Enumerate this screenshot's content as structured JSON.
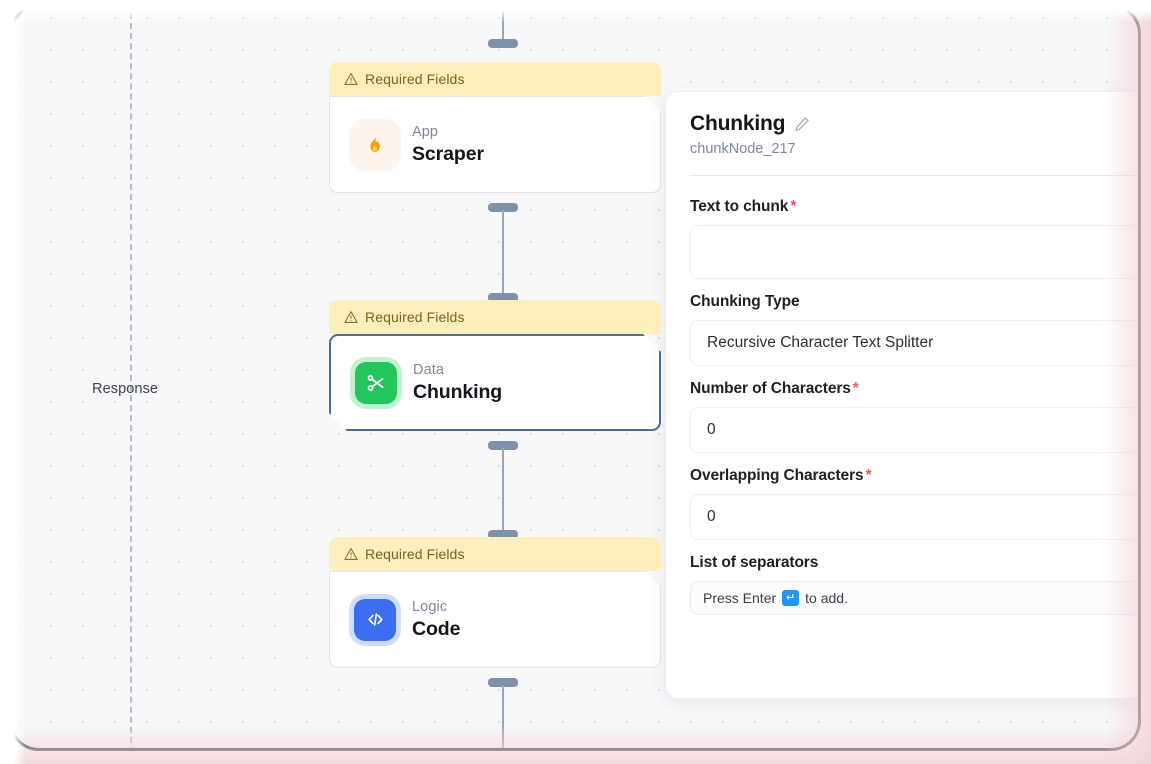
{
  "canvas": {
    "guide_label": "Response",
    "background_color": "#f7f8fa",
    "dot_color": "#d9dbe2"
  },
  "flow": {
    "badge_label": "Required Fields",
    "nodes": [
      {
        "badge": "Required Fields",
        "kind": "App",
        "title": "Scraper",
        "icon": "flame-icon",
        "icon_color": "#f59e0b",
        "selected": false
      },
      {
        "badge": "Required Fields",
        "kind": "Data",
        "title": "Chunking",
        "icon": "scissors-icon",
        "icon_color": "#23c65c",
        "selected": true
      },
      {
        "badge": "Required Fields",
        "kind": "Logic",
        "title": "Code",
        "icon": "code-brackets-icon",
        "icon_color": "#3b6ff0",
        "selected": false
      }
    ]
  },
  "panel": {
    "title": "Chunking",
    "subtitle": "chunkNode_217",
    "edit_icon": "pencil-icon",
    "help_icon": "question-circle-icon",
    "accent_color": "#f2545b",
    "fields": [
      {
        "label": "Text to chunk",
        "required": true,
        "value": "",
        "type": "textarea"
      },
      {
        "label": "Chunking Type",
        "required": false,
        "value": "Recursive Character Text Splitter",
        "type": "select"
      },
      {
        "label": "Number of Characters",
        "required": true,
        "value": "0",
        "type": "number"
      },
      {
        "label": "Overlapping Characters",
        "required": true,
        "value": "0",
        "type": "number"
      },
      {
        "label": "List of separators",
        "required": false,
        "value": "",
        "type": "tags",
        "hint_prefix": "Press Enter",
        "hint_key": "↵",
        "hint_suffix": "to add."
      }
    ]
  }
}
